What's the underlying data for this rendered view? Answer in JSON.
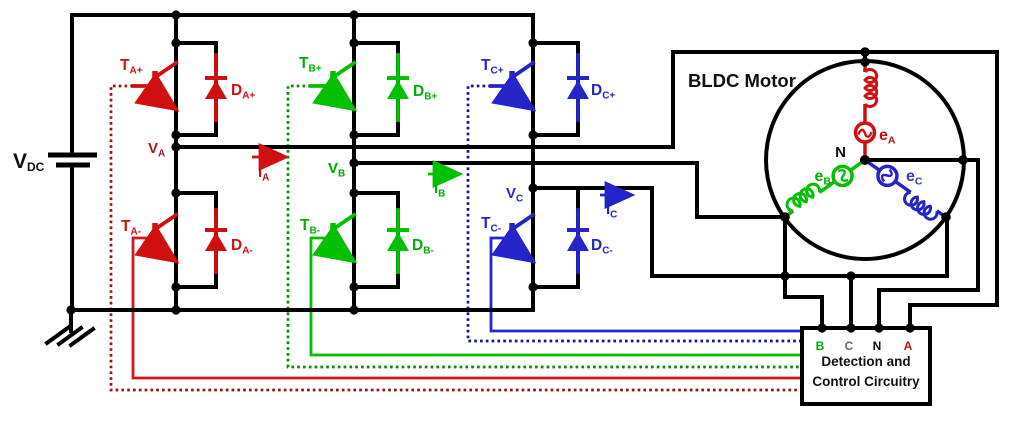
{
  "colors": {
    "phase_a": "#d01010",
    "phase_b": "#00c000",
    "phase_c": "#2424c8",
    "phase_a_dark": "#9b1313",
    "phase_b_dark": "#009100",
    "phase_c_dark": "#14149b",
    "wire": "#000000",
    "node_a_label": "#b01326",
    "node_b_label": "#00a400",
    "node_c_label": "#2430b8",
    "terminal_c_label": "#6a6a6a"
  },
  "supply": {
    "m": "V",
    "s": "DC"
  },
  "t": {
    "ap": {
      "m": "T",
      "s": "A+"
    },
    "am": {
      "m": "T",
      "s": "A-"
    },
    "bp": {
      "m": "T",
      "s": "B+"
    },
    "bm": {
      "m": "T",
      "s": "B-"
    },
    "cp": {
      "m": "T",
      "s": "C+"
    },
    "cm": {
      "m": "T",
      "s": "C-"
    }
  },
  "d": {
    "ap": {
      "m": "D",
      "s": "A+"
    },
    "am": {
      "m": "D",
      "s": "A-"
    },
    "bp": {
      "m": "D",
      "s": "B+"
    },
    "bm": {
      "m": "D",
      "s": "B-"
    },
    "cp": {
      "m": "D",
      "s": "C+"
    },
    "cm": {
      "m": "D",
      "s": "C-"
    }
  },
  "v": {
    "a": {
      "m": "V",
      "s": "A"
    },
    "b": {
      "m": "V",
      "s": "B"
    },
    "c": {
      "m": "V",
      "s": "C"
    }
  },
  "i": {
    "a": {
      "m": "I",
      "s": "A"
    },
    "b": {
      "m": "I",
      "s": "B"
    },
    "c": {
      "m": "I",
      "s": "C"
    }
  },
  "e": {
    "a": {
      "m": "e",
      "s": "A"
    },
    "b": {
      "m": "e",
      "s": "B"
    },
    "c": {
      "m": "e",
      "s": "C"
    }
  },
  "motor": {
    "title": "BLDC Motor",
    "neutral": "N"
  },
  "ctrl": {
    "l1": "Detection and",
    "l2": "Control Circuitry",
    "terminals": [
      "B",
      "C",
      "N",
      "A"
    ]
  }
}
